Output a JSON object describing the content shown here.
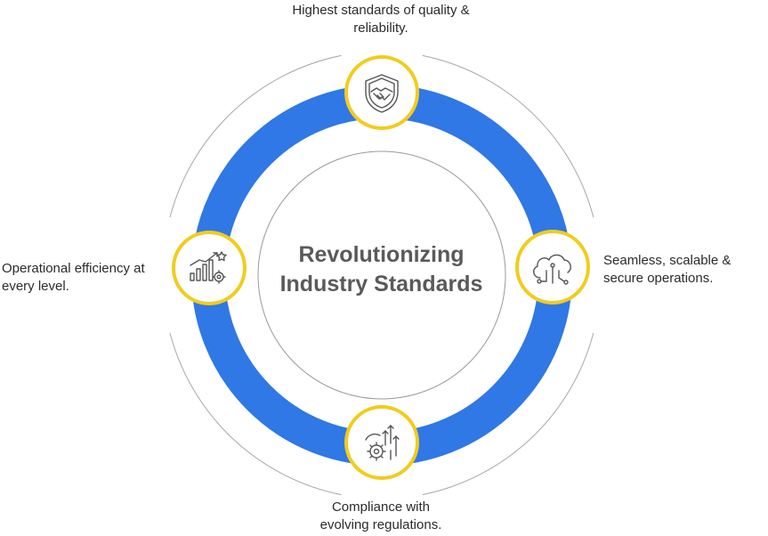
{
  "center": {
    "line1": "Revolutionizing",
    "line2": "Industry Standards"
  },
  "nodes": {
    "top": {
      "icon": "shield-handshake-icon",
      "line1": "Highest standards of quality &",
      "line2": "reliability."
    },
    "right": {
      "icon": "cloud-circuit-icon",
      "line1": "Seamless, scalable &",
      "line2": "secure operations."
    },
    "bottom": {
      "icon": "gear-arrows-icon",
      "line1": "Compliance with",
      "line2": "evolving regulations."
    },
    "left": {
      "icon": "growth-chart-gear-icon",
      "line1": "Operational efficiency at",
      "line2": "every level."
    }
  },
  "colors": {
    "ring": "#2f78e6",
    "node_border": "#f2cc1c",
    "thin_lines": "#9a9a9a",
    "icon_stroke": "#555555",
    "title_text": "#5a5a5a",
    "label_text": "#2b2b2b"
  }
}
